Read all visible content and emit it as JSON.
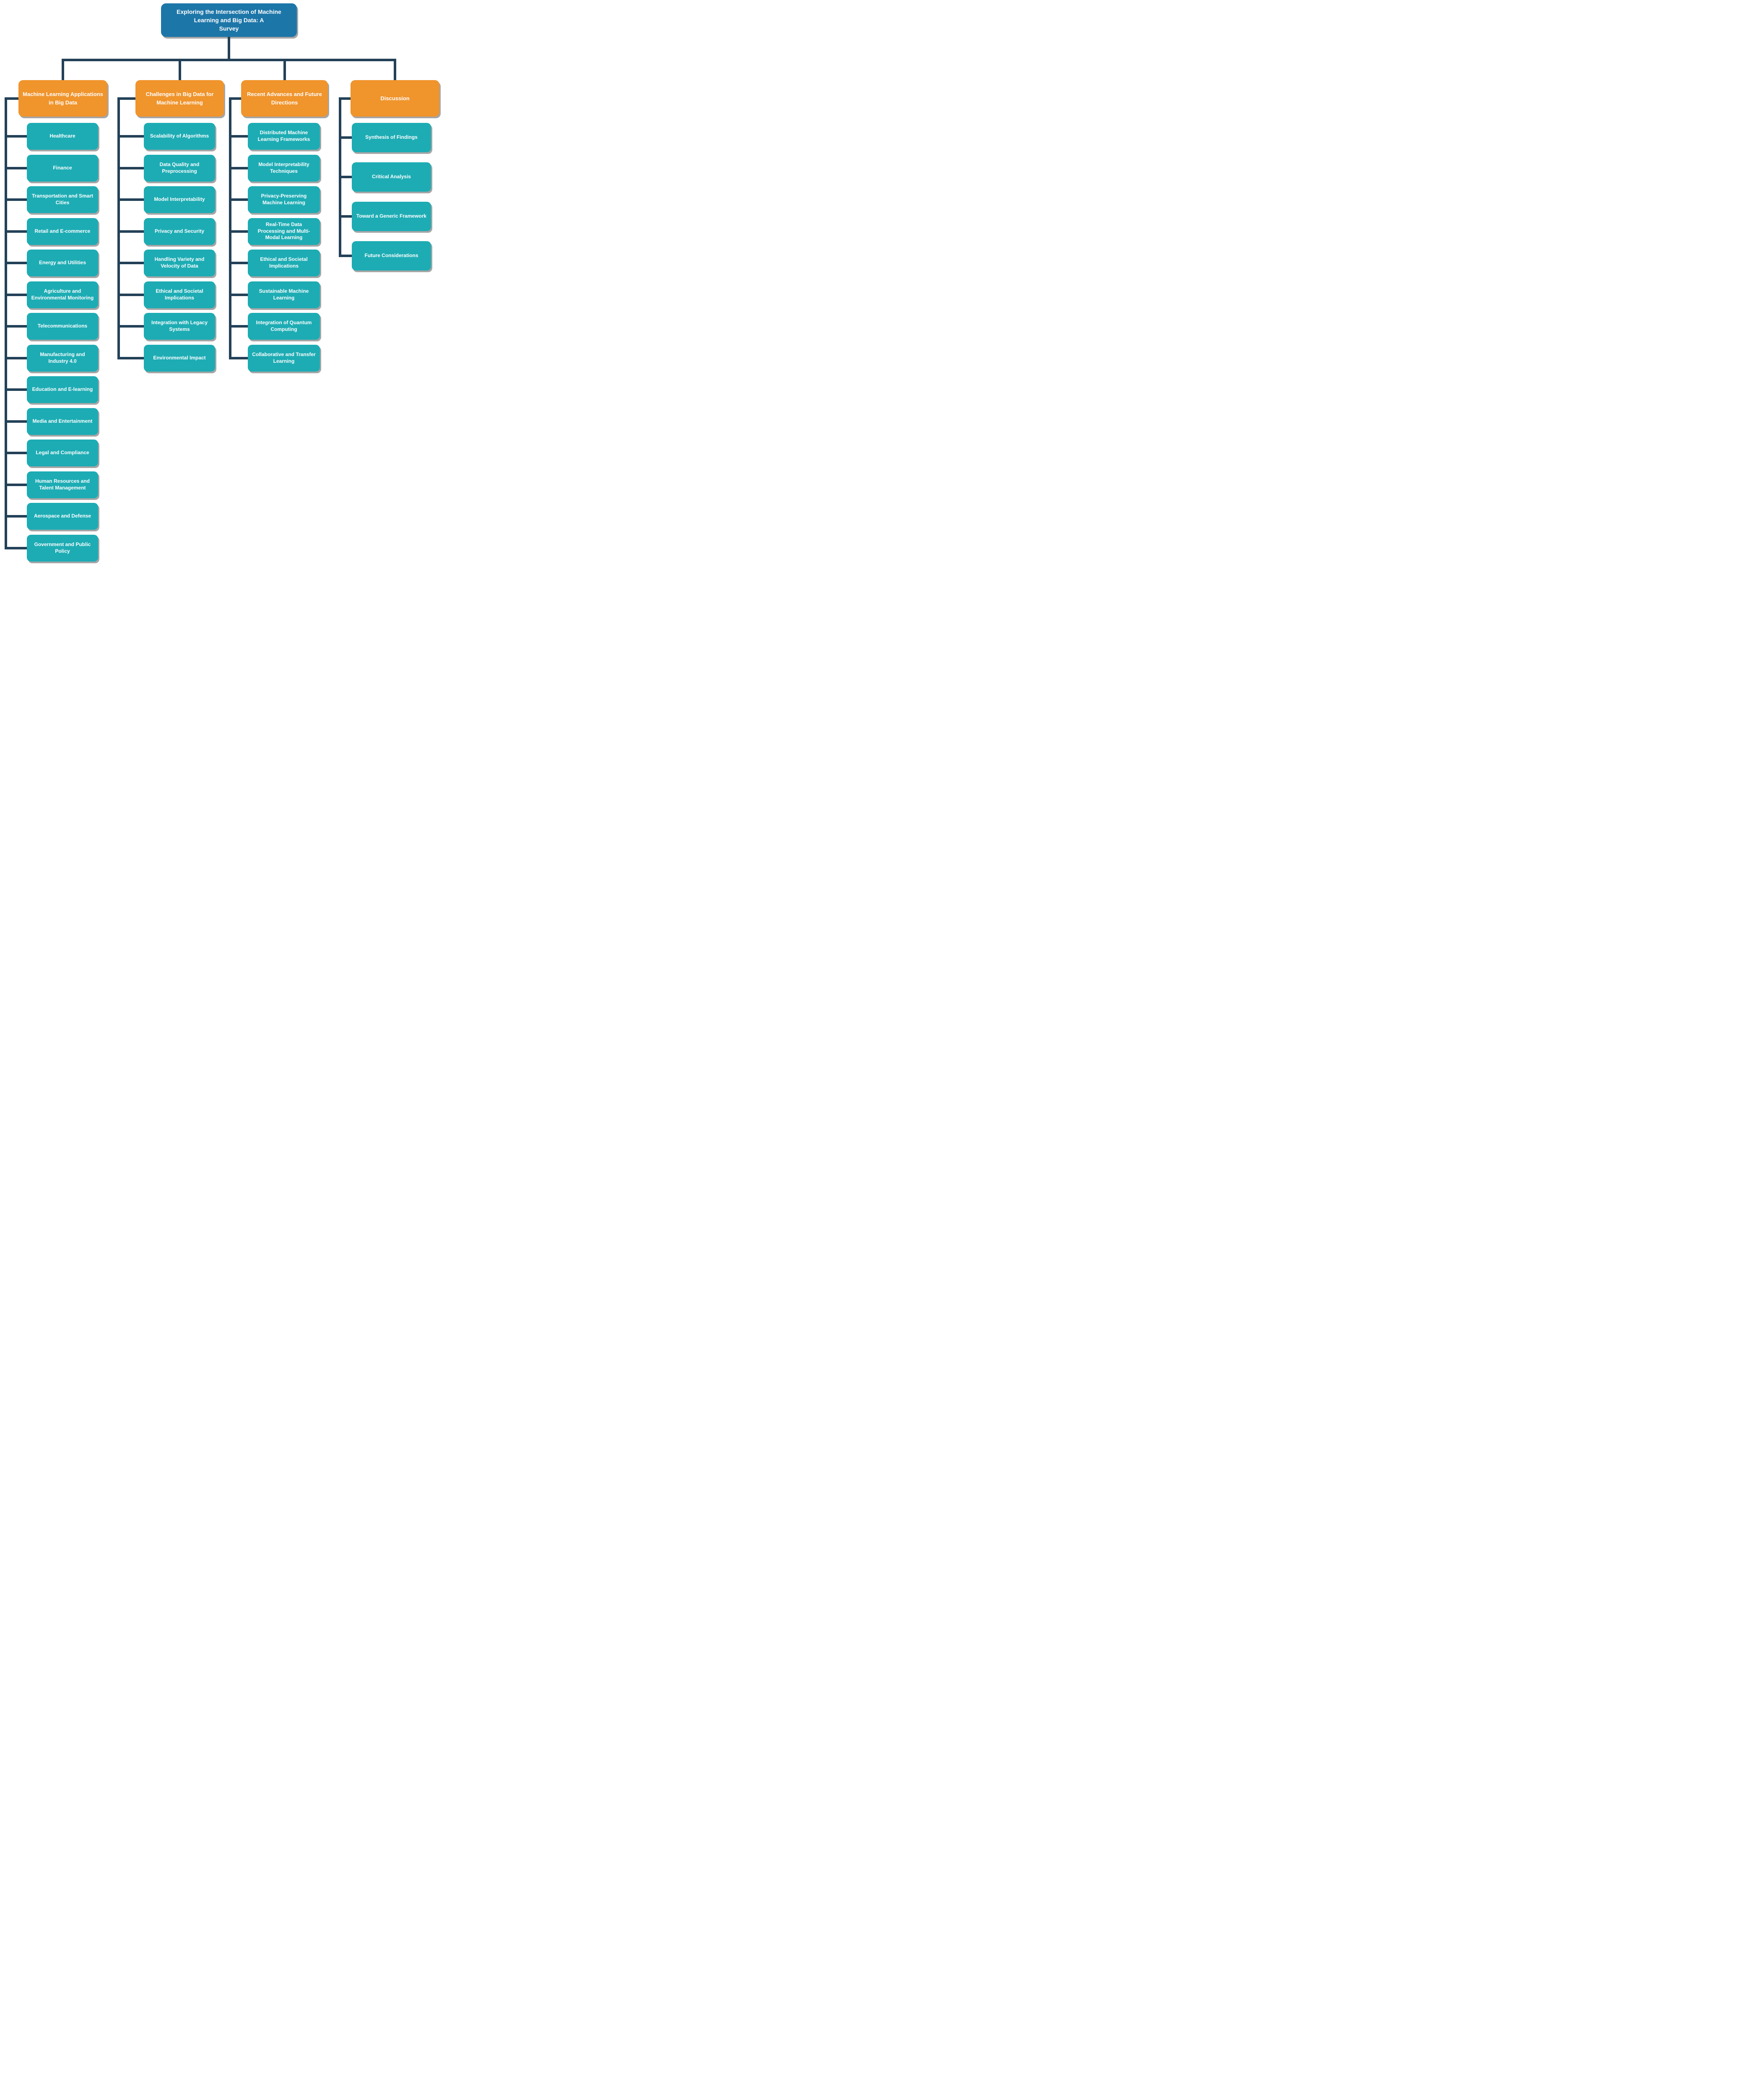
{
  "title": "Exploring the Intersection of Machine\nLearning and Big Data: A\nSurvey",
  "colors": {
    "root_node": "#1d76a8",
    "branch_node": "#f0942c",
    "leaf_node": "#1dacb4",
    "connector": "#234158",
    "text": "#ffffff",
    "background": "#ffffff"
  },
  "branches": [
    {
      "label": "Machine Learning Applications in Big Data",
      "children": [
        "Healthcare",
        "Finance",
        "Transportation and Smart Cities",
        "Retail and E-commerce",
        "Energy and Utilities",
        "Agriculture and Environmental Monitoring",
        "Telecommunications",
        "Manufacturing and Industry 4.0",
        "Education and E-learning",
        "Media and Entertainment",
        "Legal and Compliance",
        "Human Resources and Talent Management",
        "Aerospace and Defense",
        "Government and Public Policy"
      ]
    },
    {
      "label": "Challenges in Big Data for Machine Learning",
      "children": [
        "Scalability of Algorithms",
        "Data Quality and Preprocessing",
        "Model Interpretability",
        "Privacy and Security",
        "Handling Variety and Velocity of Data",
        "Ethical and Societal Implications",
        "Integration with Legacy Systems",
        "Environmental Impact"
      ]
    },
    {
      "label": "Recent Advances and Future Directions",
      "children": [
        "Distributed Machine Learning Frameworks",
        "Model Interpretability Techniques",
        "Privacy-Preserving Machine Learning",
        "Real-Time Data Processing and Multi-Modal Learning",
        "Ethical and Societal Implications",
        "Sustainable Machine Learning",
        "Integration of Quantum Computing",
        "Collaborative and Transfer Learning"
      ]
    },
    {
      "label": "Discussion",
      "children": [
        "Synthesis of Findings",
        "Critical Analysis",
        "Toward a Generic Framework",
        "Future Considerations"
      ]
    }
  ]
}
